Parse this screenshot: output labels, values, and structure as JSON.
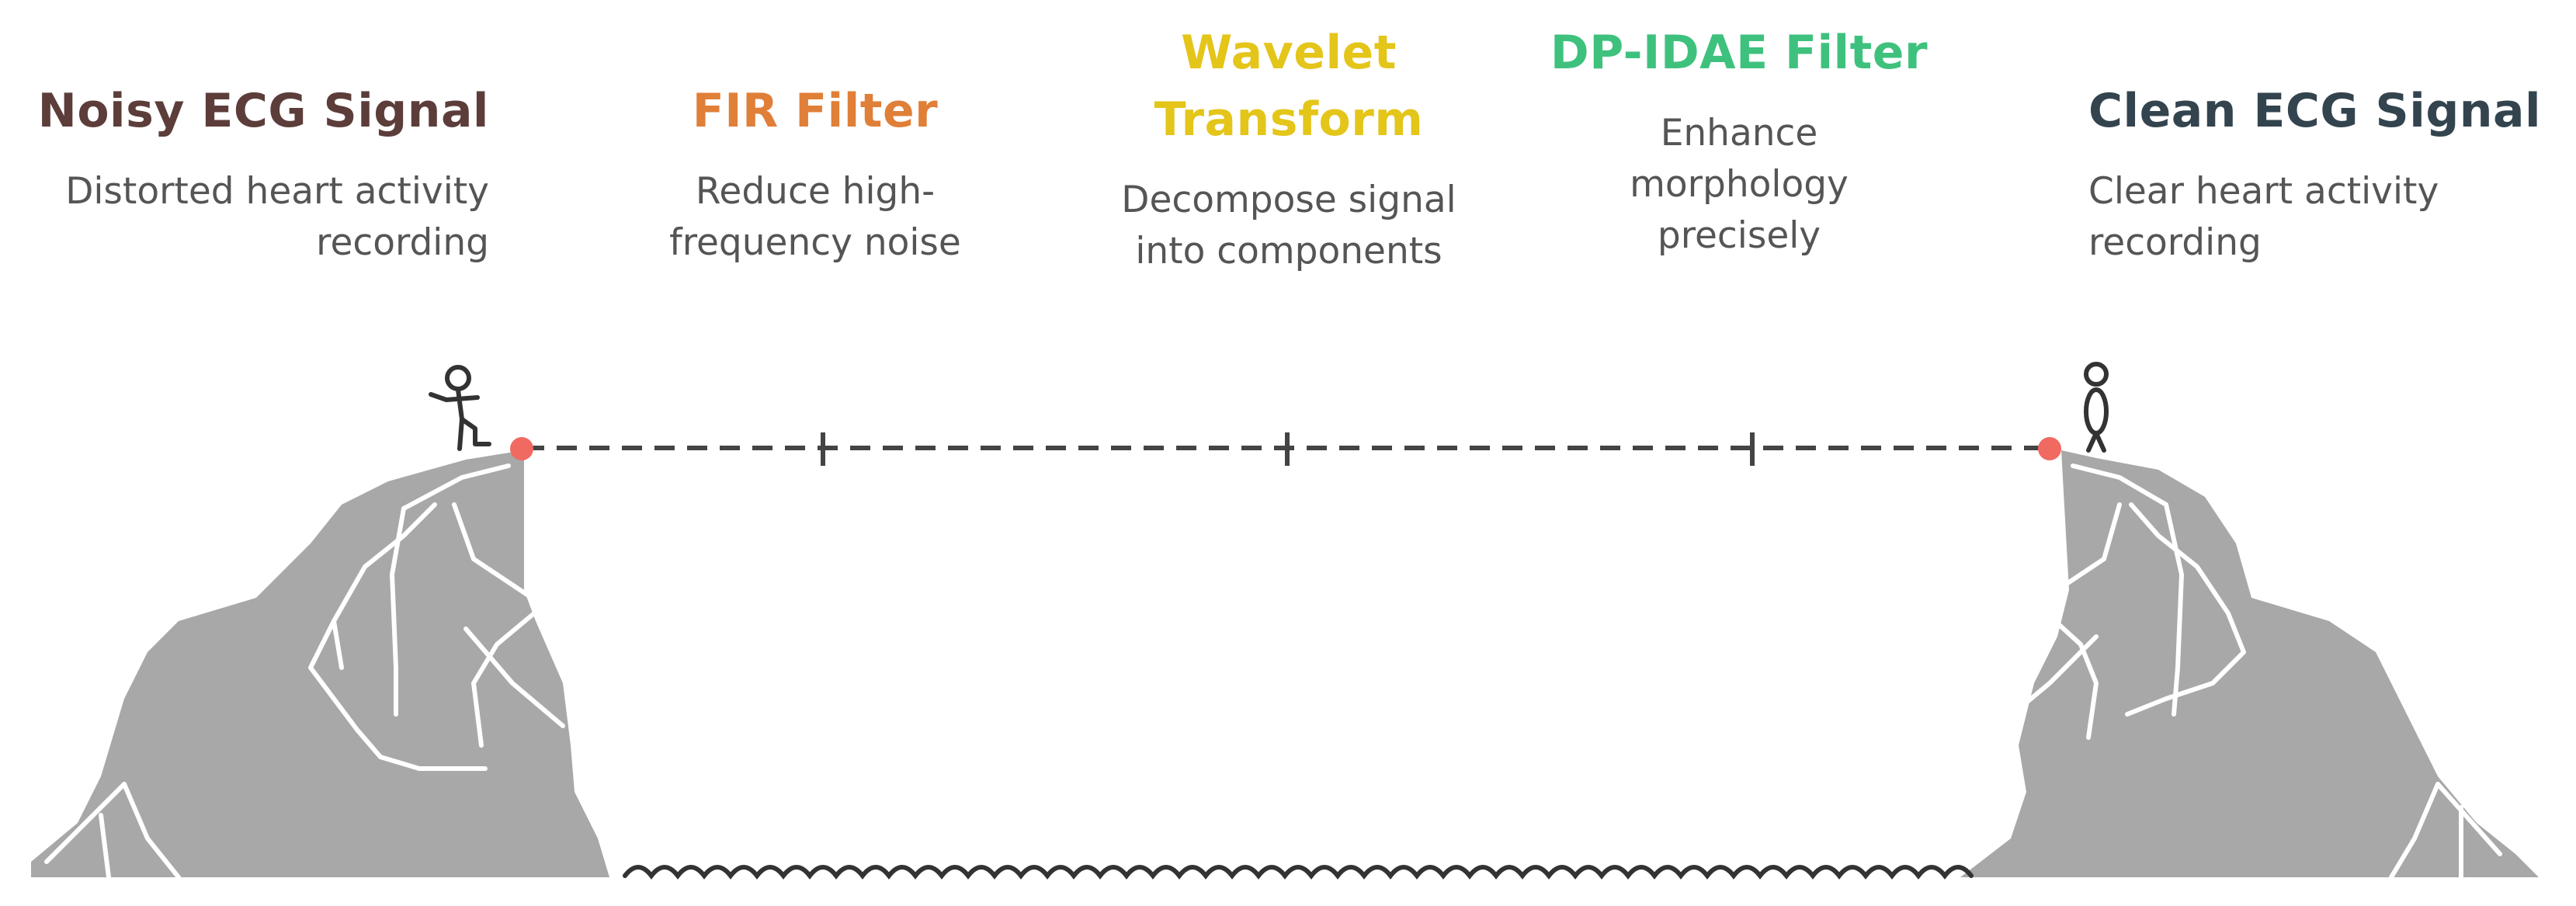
{
  "stages": [
    {
      "id": "noisy",
      "title": "Noisy ECG Signal",
      "desc_lines": [
        "Distorted heart activity",
        "recording"
      ],
      "color": "#5c3d3a"
    },
    {
      "id": "fir",
      "title": "FIR Filter",
      "desc_lines": [
        "Reduce high-",
        "frequency noise"
      ],
      "color": "#e07f38"
    },
    {
      "id": "wavelet",
      "title_lines": [
        "Wavelet",
        "Transform"
      ],
      "desc_lines": [
        "Decompose signal",
        "into components"
      ],
      "color": "#e4c519"
    },
    {
      "id": "dpidae",
      "title": "DP-IDAE Filter",
      "desc_lines": [
        "Enhance",
        "morphology",
        "precisely"
      ],
      "color": "#3fc17e"
    },
    {
      "id": "clean",
      "title": "Clean ECG Signal",
      "desc_lines": [
        "Clear heart activity",
        "recording"
      ],
      "color": "#33444f"
    }
  ],
  "colors": {
    "cliff": "#a8a8a8",
    "crack": "#ffffff",
    "rope": "#444444",
    "anchor": "#f06a62",
    "water": "#333333"
  }
}
